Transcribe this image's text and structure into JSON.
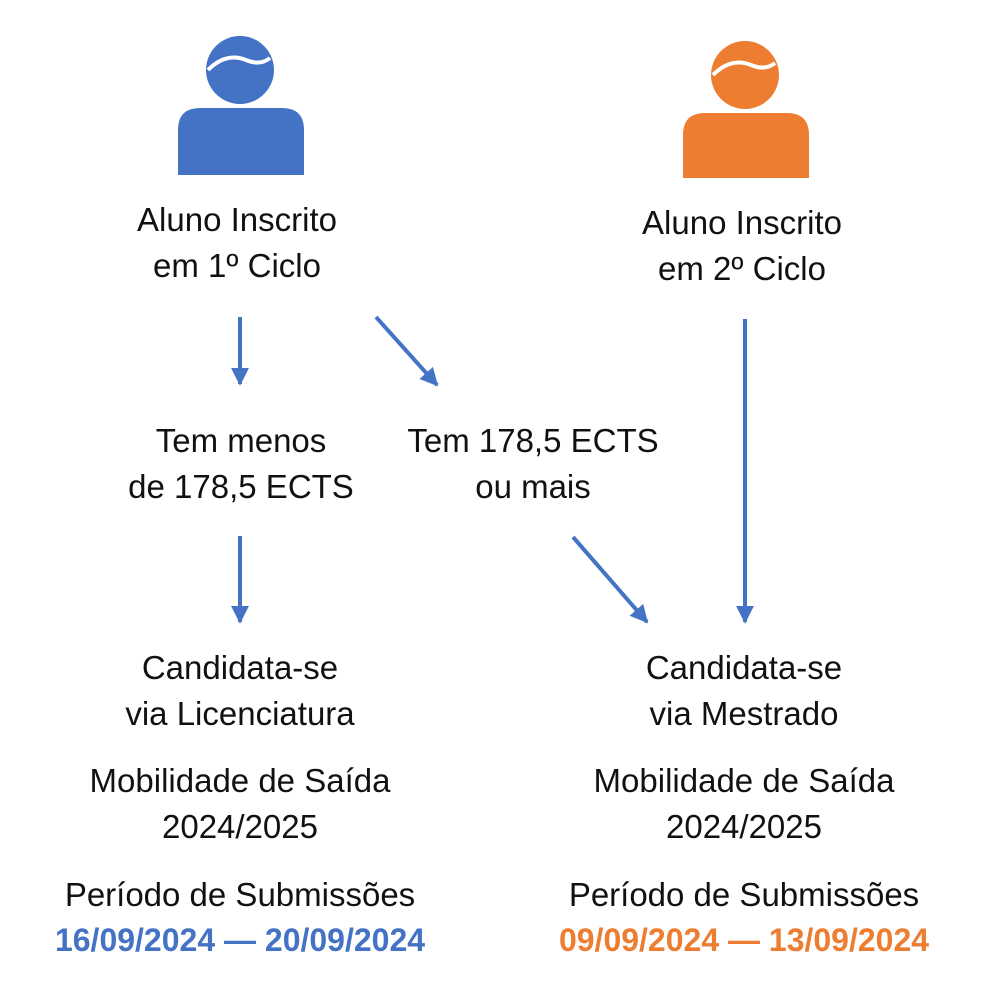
{
  "colors": {
    "blue": "#4472C4",
    "orange": "#ED7D31",
    "text": "#111111"
  },
  "left_person": {
    "icon": "person-icon",
    "line1": "Aluno Inscrito",
    "line2": "em 1º Ciclo"
  },
  "right_person": {
    "icon": "person-icon",
    "line1": "Aluno Inscrito",
    "line2": "em 2º Ciclo"
  },
  "condition_less": {
    "line1": "Tem menos",
    "line2": "de 178,5 ECTS"
  },
  "condition_more": {
    "line1": "Tem 178,5 ECTS",
    "line2": "ou mais"
  },
  "route_licenciatura": {
    "line1": "Candidata-se",
    "line2": "via Licenciatura"
  },
  "route_mestrado": {
    "line1": "Candidata-se",
    "line2": "via Mestrado"
  },
  "left_mobility": {
    "line1": "Mobilidade de Saída",
    "line2": "2024/2025"
  },
  "right_mobility": {
    "line1": "Mobilidade de Saída",
    "line2": "2024/2025"
  },
  "left_period": {
    "label": "Período de Submissões",
    "dates": "16/09/2024 — 20/09/2024"
  },
  "right_period": {
    "label": "Período de Submissões",
    "dates": "09/09/2024 — 13/09/2024"
  }
}
